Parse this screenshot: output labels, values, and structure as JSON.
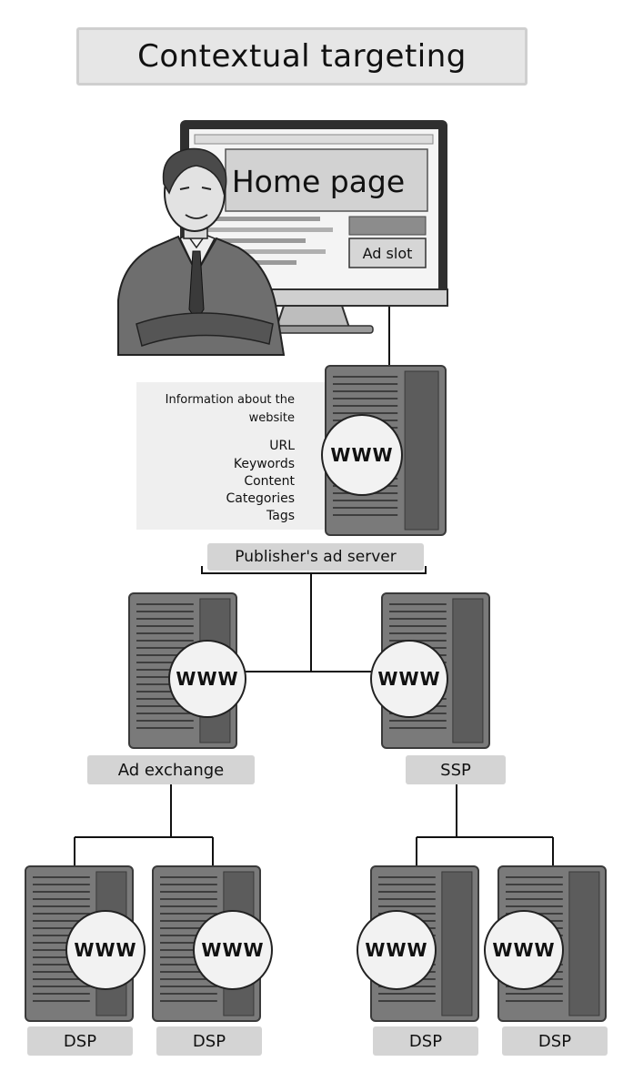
{
  "title": "Contextual targeting",
  "monitor": {
    "page_title": "Home page",
    "ad_slot_label": "Ad slot"
  },
  "info_panel": {
    "heading_line1": "Information about the",
    "heading_line2": "website",
    "items": [
      "URL",
      "Keywords",
      "Content",
      "Categories",
      "Tags"
    ]
  },
  "server_globe_text": "WWW",
  "nodes": {
    "publisher": "Publisher's ad server",
    "ad_exchange": "Ad exchange",
    "ssp": "SSP",
    "dsp": [
      "DSP",
      "DSP",
      "DSP",
      "DSP"
    ]
  },
  "colors": {
    "label_fill": "#d4d4d4",
    "server_body": "#7a7a7a",
    "server_dark": "#3a3a3a",
    "line": "#111111"
  }
}
